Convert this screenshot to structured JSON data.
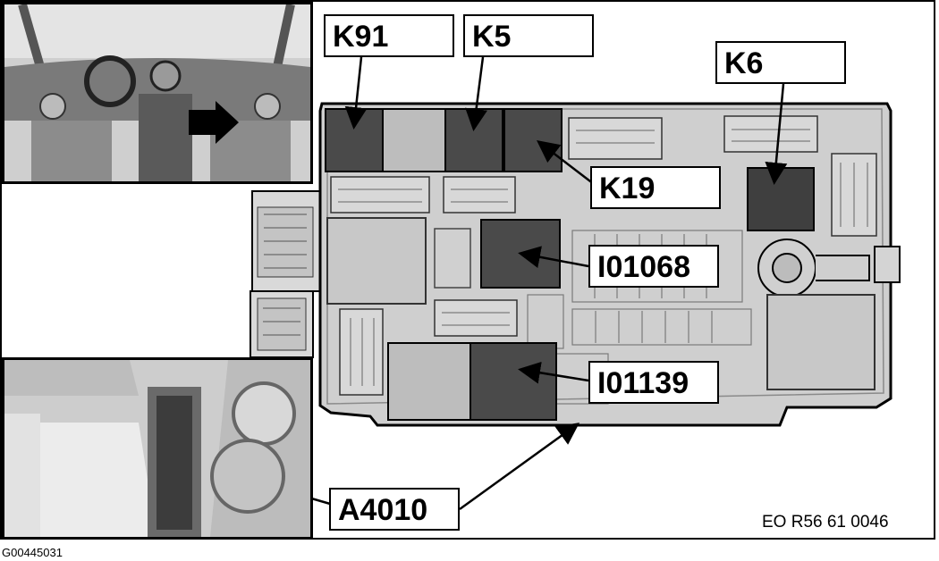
{
  "callouts": {
    "k91": "K91",
    "k5": "K5",
    "k6": "K6",
    "k19": "K19",
    "i01068": "I01068",
    "i01139": "I01139",
    "a4010": "A4010"
  },
  "reference_code": "EO R56 61 0046",
  "figure_id": "G00445031",
  "colors": {
    "line": "#000000",
    "housing": "#cfcfcf",
    "relay_dark": "#4a4a4a",
    "relay_light": "#bdbdbd",
    "background": "#ffffff"
  }
}
